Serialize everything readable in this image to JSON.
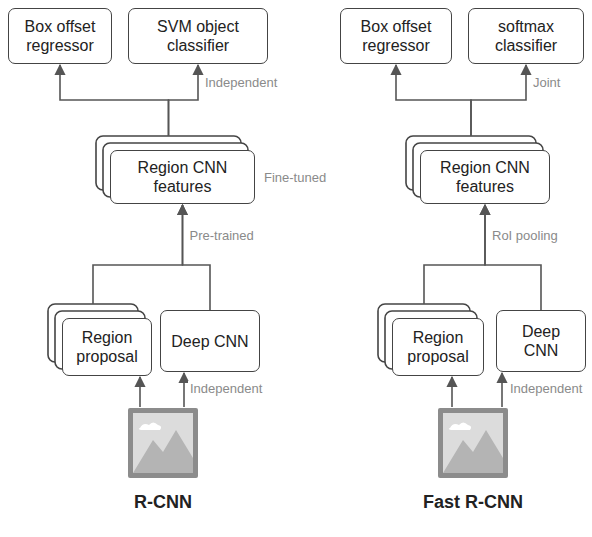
{
  "diagram": {
    "nodes": [
      {
        "text": [
          "Box offset regressor"
        ]
      },
      {
        "text": [
          "SVM object classifier"
        ]
      },
      {
        "text": [
          "Region CNN features"
        ]
      },
      {
        "text": [
          "Region proposal"
        ]
      },
      {
        "text": [
          "Deep CNN"
        ]
      },
      {
        "text": [
          "Box offset regressor"
        ]
      },
      {
        "text": [
          "softmax classifier"
        ]
      },
      {
        "text": [
          "Region CNN features"
        ]
      },
      {
        "text": [
          "Region proposal"
        ]
      },
      {
        "text": [
          "Deep CNN"
        ]
      }
    ],
    "edges": [
      {
        "from": 2,
        "to": 0,
        "arrow": "to"
      },
      {
        "from": 2,
        "to": 1,
        "arrow": "to",
        "label": "Independent"
      },
      {
        "from": 3,
        "to": 2,
        "arrow": "to"
      },
      {
        "from": 4,
        "to": 2,
        "arrow": "to",
        "label": "Pre-trained"
      },
      {
        "from": 7,
        "to": 5,
        "arrow": "to"
      },
      {
        "from": 7,
        "to": 6,
        "arrow": "to",
        "label": "Joint"
      },
      {
        "from": 8,
        "to": 7,
        "arrow": "to"
      },
      {
        "from": 9,
        "to": 7,
        "arrow": "to",
        "label": "RoI pooling"
      }
    ],
    "labels": [
      "Fine-tuned",
      "Independent",
      "R-CNN",
      "Independent",
      "Fast R-CNN"
    ]
  }
}
